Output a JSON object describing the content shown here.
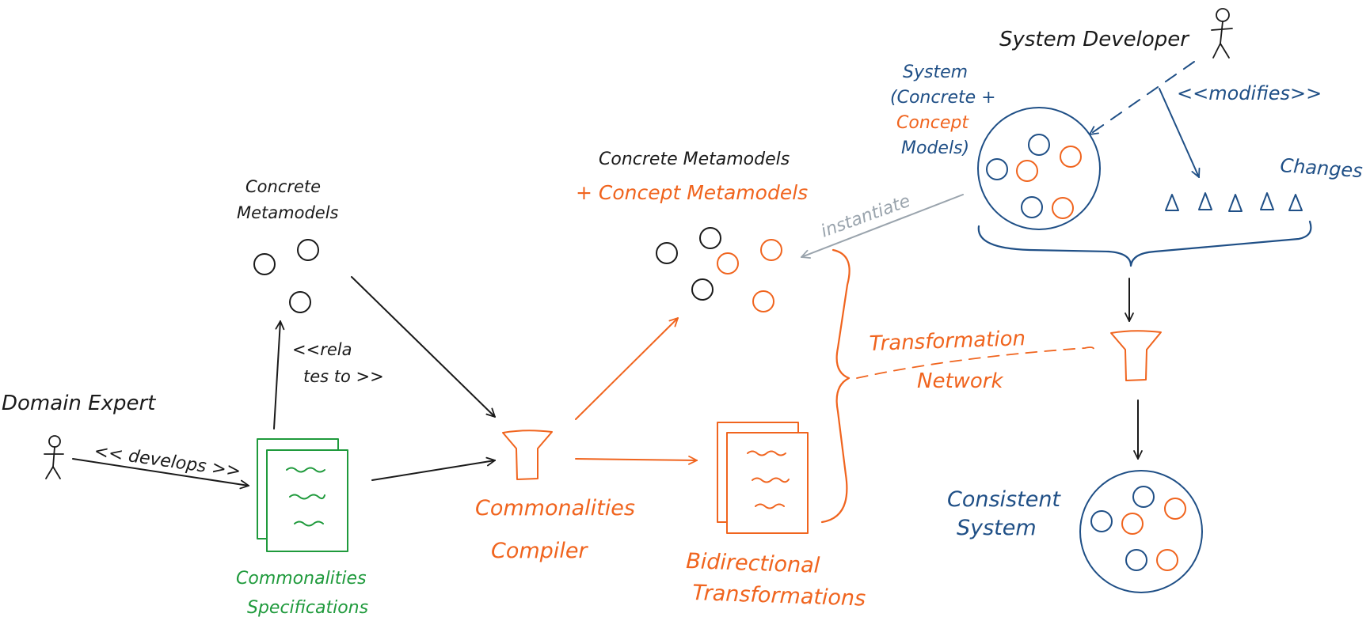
{
  "labels": {
    "domain_expert": "Domain Expert",
    "develops": "<< develops >>",
    "relates_to_1": "<<rela",
    "relates_to_2": "tes to >>",
    "concrete_metamodels_1": "Concrete",
    "concrete_metamodels_2": "Metamodels",
    "commonalities_spec_1": "Commonalities",
    "commonalities_spec_2": "Specifications",
    "compiler_1": "Commonalities",
    "compiler_2": "Compiler",
    "concrete_and_concept_1": "Concrete Metamodels",
    "concrete_and_concept_2": "+ Concept Metamodels",
    "bidirectional_1": "Bidirectional",
    "bidirectional_2": "Transformations",
    "instantiate": "instantiate",
    "transformation_network_1": "Transformation",
    "transformation_network_2": "Network",
    "system_developer": "System Developer",
    "system_1": "System",
    "system_2": "(Concrete +",
    "system_3": "Concept",
    "system_4": "Models)",
    "modifies": "<<modifies>>",
    "changes": "Changes",
    "consistent_1": "Consistent",
    "consistent_2": "System"
  },
  "colors": {
    "black": "#1a1a1a",
    "orange": "#f0641e",
    "green": "#1f9a3c",
    "blue": "#1f4f86",
    "gray": "#9aa4ad"
  }
}
